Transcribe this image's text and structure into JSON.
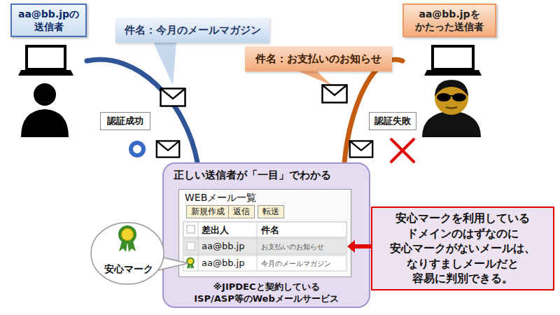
{
  "diagram": {
    "nodes": [
      {
        "text": [
          "aa@bb.jpの 送信者"
        ]
      },
      {
        "text": [
          "件名：今月のメールマガジン"
        ]
      },
      {
        "text": [
          "aa@bb.jpを かたった送信者"
        ]
      },
      {
        "text": [
          "件名：お支払いのお知らせ"
        ]
      },
      {
        "text": [
          "認証成功"
        ]
      },
      {
        "text": [
          "認証失敗"
        ]
      },
      {
        "text": [
          "正しい送信者が「一目」でわかる",
          "※JIPDECと契約している ISP/ASP等のWebメールサービス"
        ]
      },
      {
        "text": [
          "WEBメール一覧"
        ],
        "in": 6
      },
      {
        "text": [
          "新規作成"
        ],
        "in": 7
      },
      {
        "text": [
          "返信"
        ],
        "in": 7
      },
      {
        "text": [
          "転送"
        ],
        "in": 7
      },
      {
        "text": [
          "安心マーク"
        ]
      },
      {
        "text": [
          "安心マークを利用している ドメインのはずなのに 安心マークがないメールは、 なりすましメールだと 容易に判別できる。"
        ]
      }
    ],
    "edges": [
      {
        "from": 0,
        "to": 6,
        "arrow": "none"
      },
      {
        "from": 2,
        "to": 6,
        "arrow": "none"
      }
    ],
    "labels": [
      "差出人",
      "件名",
      "aa@bb.jp",
      "お支払いのお知らせ",
      "aa@bb.jp",
      "今月のメールマガジン"
    ]
  }
}
